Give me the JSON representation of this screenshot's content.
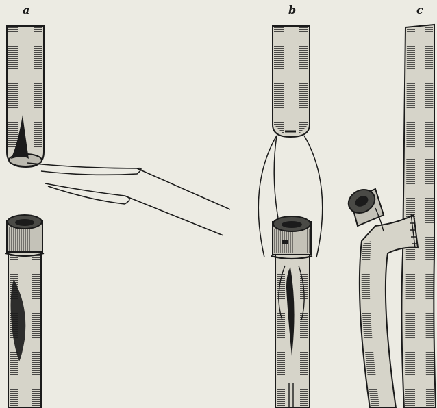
{
  "figure": {
    "panels": [
      {
        "label": "a"
      },
      {
        "label": "b"
      },
      {
        "label": "c"
      }
    ],
    "colors": {
      "background": "#ecebe3",
      "ink": "#1b1b1b",
      "vessel_fill": "#d6d4c9",
      "lumen": "#4a4a46"
    }
  }
}
